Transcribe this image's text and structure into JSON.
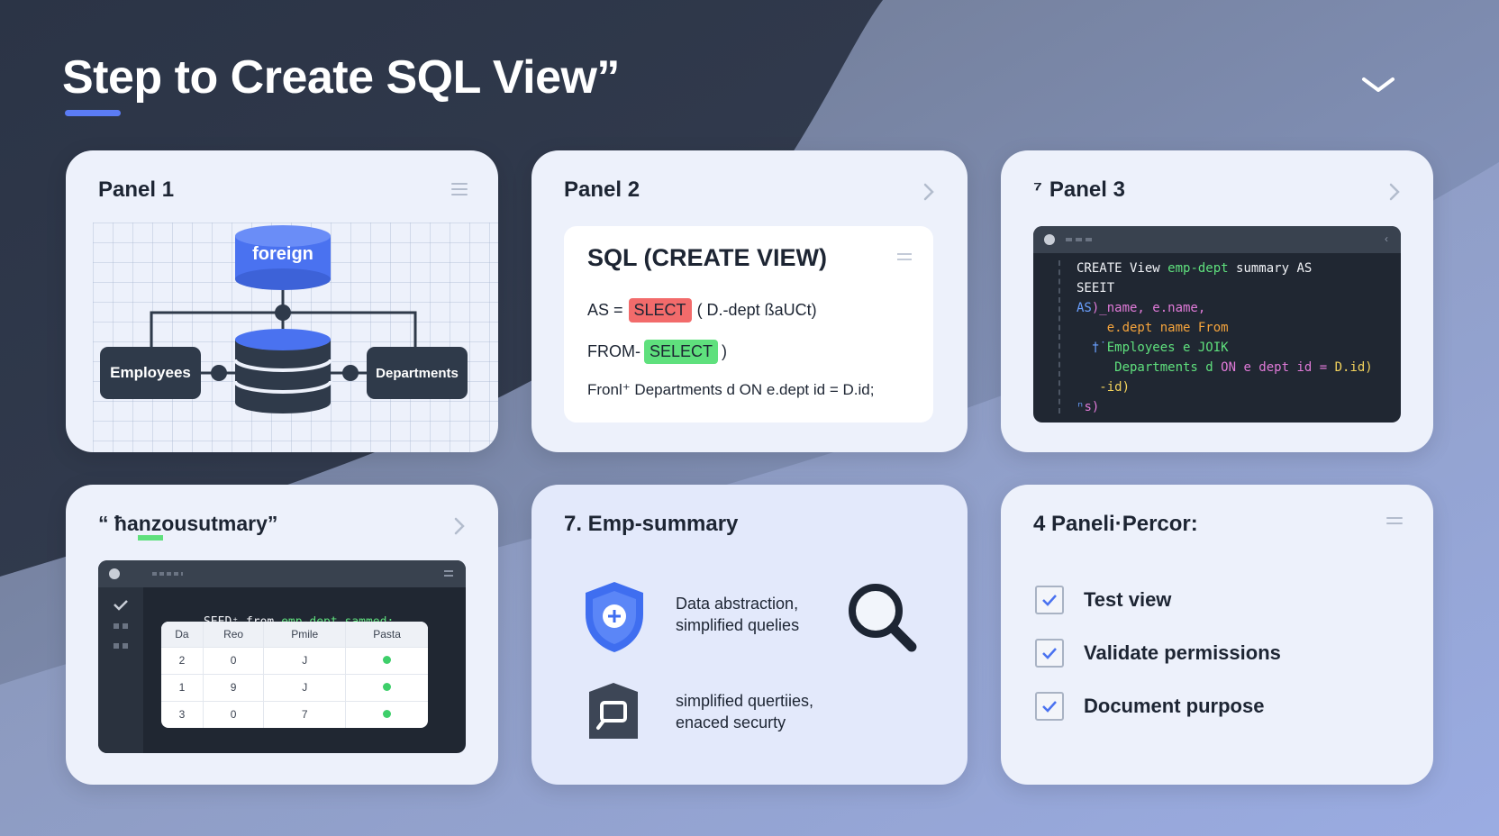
{
  "header": {
    "title": "Step to Create SQL View”"
  },
  "panel1": {
    "title": "Panel 1",
    "db_top_label": "foreign",
    "node_left": "Employees",
    "node_right": "Departments"
  },
  "panel2": {
    "title": "Panel 2",
    "card_title": "SQL (CREATE VIEW)",
    "line1_prefix": "AS =",
    "line1_tag": "SLECT",
    "line1_suffix": "( D.-dept ßaUCt)",
    "line2_prefix": "FROM-",
    "line2_tag": "SELECT",
    "line2_suffix": ")",
    "line3": "Fronl⁺ Departments d ON e.dept id = D.id;"
  },
  "panel3": {
    "title": "Panel 3",
    "title_prefix": "⁷",
    "code": [
      {
        "parts": [
          {
            "t": "CREATE View ",
            "c": "c-w"
          },
          {
            "t": "emp-dept",
            "c": "c-g"
          },
          {
            "t": " summary AS",
            "c": "c-w"
          }
        ]
      },
      {
        "parts": [
          {
            "t": "SEEIT",
            "c": "c-w"
          }
        ]
      },
      {
        "parts": [
          {
            "t": "AS",
            "c": "c-b"
          },
          {
            "t": ")_name, e.name,",
            "c": "c-p"
          }
        ]
      },
      {
        "parts": [
          {
            "t": "    e.dept name From",
            "c": "c-o"
          }
        ]
      },
      {
        "parts": [
          {
            "t": "  †˙",
            "c": "c-b"
          },
          {
            "t": "Employees e JOIK",
            "c": "c-g"
          }
        ]
      },
      {
        "parts": [
          {
            "t": "     Departments d ",
            "c": "c-g"
          },
          {
            "t": "ON e dept id = ",
            "c": "c-p"
          },
          {
            "t": "D.id)",
            "c": "c-y"
          }
        ]
      },
      {
        "parts": [
          {
            "t": "   -id)",
            "c": "c-y"
          }
        ]
      },
      {
        "parts": [
          {
            "t": "ⁿ",
            "c": "c-b"
          },
          {
            "t": "s)",
            "c": "c-p"
          }
        ]
      }
    ]
  },
  "panel4": {
    "title": "“ ħаnzousutmary”",
    "query_prefix": "SEED⁺ from ",
    "query_view": "emp-dept sammed;",
    "columns": [
      "Da",
      "Reo",
      "Pmile",
      "Pasta"
    ],
    "rows": [
      [
        "2",
        "0",
        "J"
      ],
      [
        "1",
        "9",
        "J"
      ],
      [
        "3",
        "0",
        "7"
      ]
    ]
  },
  "panel5": {
    "title": "7. Emp-summary",
    "feature1_line1": "Data abstraction,",
    "feature1_line2": "simplified quelies",
    "feature2_line1": "simplified quertiies,",
    "feature2_line2": "enaced securty"
  },
  "panel6": {
    "title": "4 Paneli·Percor:",
    "items": [
      {
        "label": "Test view",
        "checked": true
      },
      {
        "label": "Validate permissions",
        "checked": true
      },
      {
        "label": "Document purpose",
        "checked": true
      }
    ]
  },
  "colors": {
    "accent": "#5b7cf5",
    "db_blue": "#4a72f0",
    "node_dark": "#2f3a4a",
    "panel_bg": "#edf1fb"
  }
}
